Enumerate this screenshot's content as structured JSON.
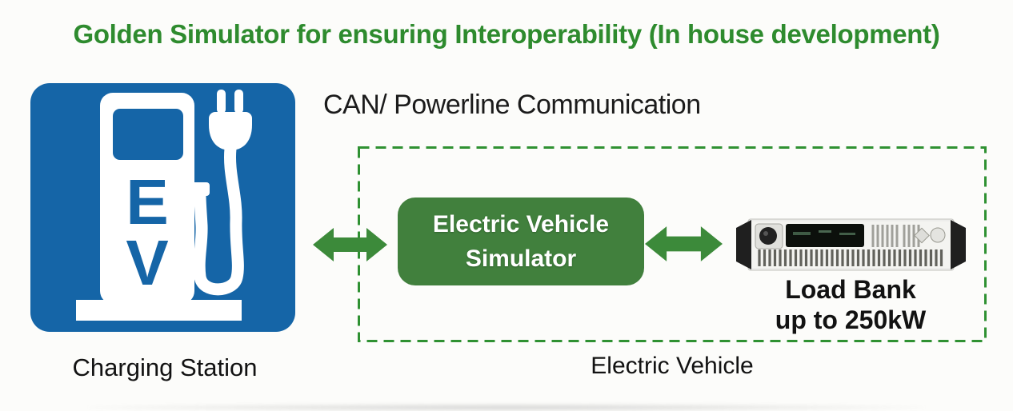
{
  "title": {
    "text": "Golden Simulator for ensuring Interoperability (In house development)"
  },
  "labels": {
    "communication": "CAN/ Powerline Communication",
    "electric_vehicle": "Electric Vehicle"
  },
  "charging_station": {
    "label": "Charging Station",
    "letter_e": "E",
    "letter_v": "V"
  },
  "simulator_box": {
    "line1": "Electric Vehicle",
    "line2": "Simulator"
  },
  "load_bank": {
    "line1": "Load Bank",
    "line2": "up to 250kW"
  },
  "icons": {
    "station": "ev-charging-station",
    "left_arrow": "bidirectional-arrow",
    "right_arrow": "bidirectional-arrow",
    "load_bank_device": "rack-mount-electronic-load"
  },
  "colors": {
    "title_green": "#2e8b2e",
    "boundary_green": "#2f9132",
    "arrow_green": "#3c8a3a",
    "box_green": "#41803d",
    "station_blue": "#1565a7",
    "text_black": "#161616",
    "background": "#fcfcfa"
  }
}
